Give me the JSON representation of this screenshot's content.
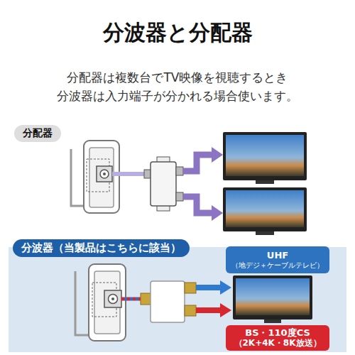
{
  "diagram": {
    "title": "分波器と分配器",
    "nodes": [
      {
        "text": [
          "分配器"
        ]
      },
      {
        "text": [
          "分波器（当製品はこちらに該当）"
        ]
      },
      {
        "text": [
          "UHF",
          "（地デジ＋ケーブルテレビ）"
        ],
        "in": 1
      },
      {
        "text": [
          "BS・110度CS",
          "（2K+4K・8K放送）"
        ],
        "in": 1
      }
    ],
    "labels": [
      "分配器は複数台でTV映像を視聴するとき 分波器は入力端子が分かれる場合使います。"
    ]
  }
}
